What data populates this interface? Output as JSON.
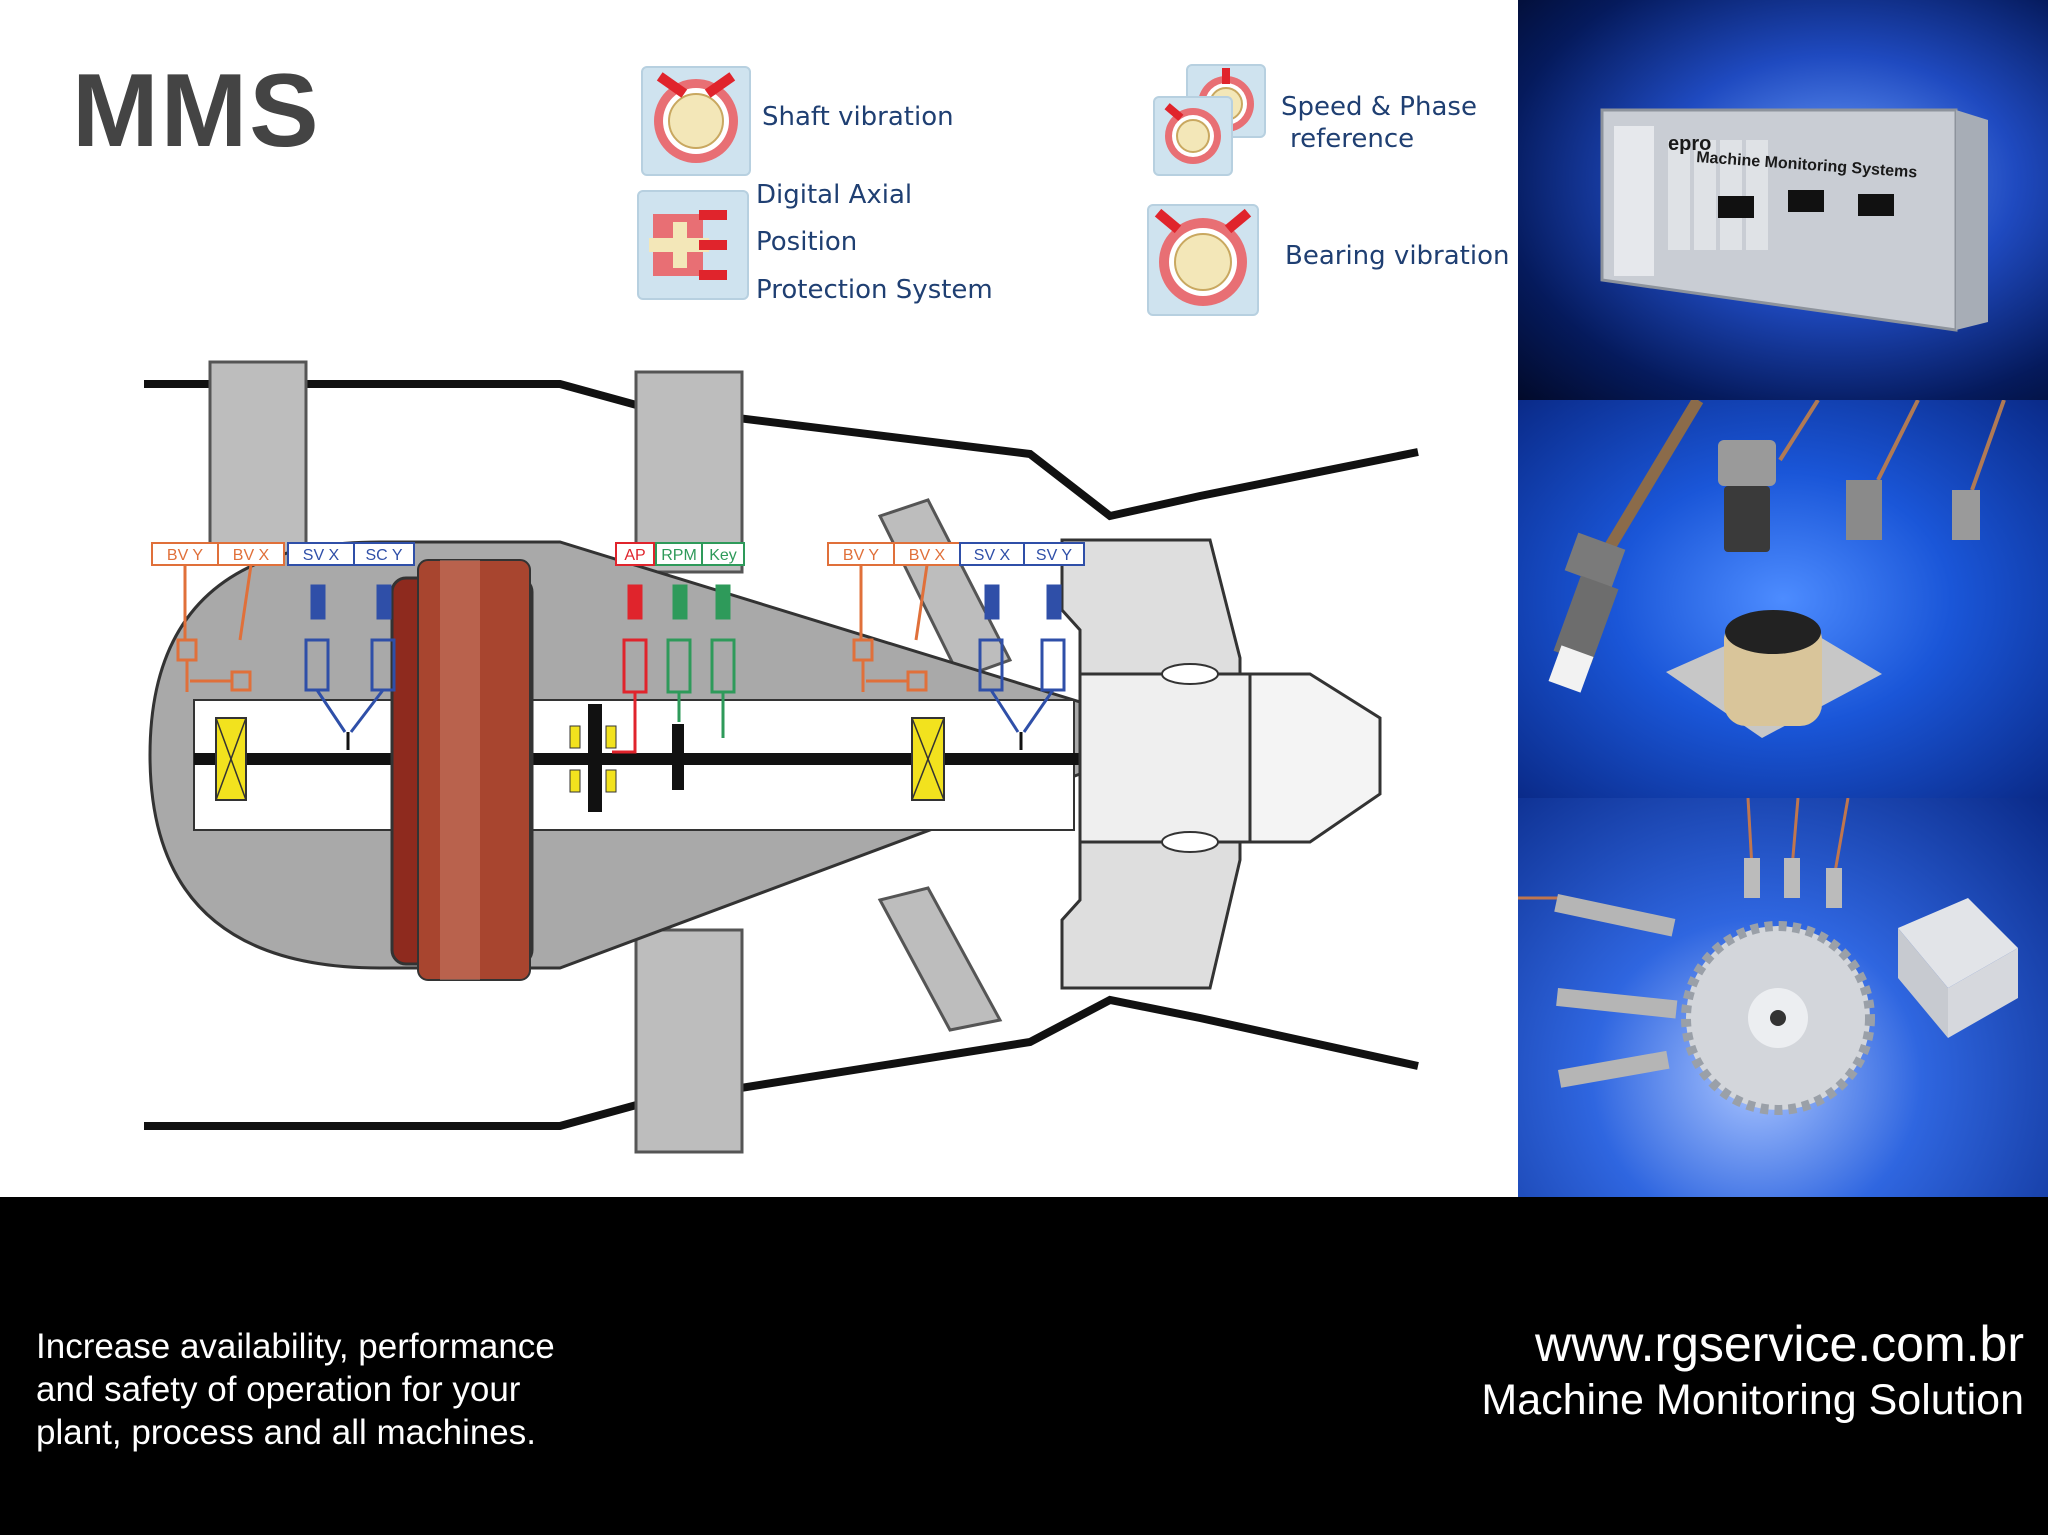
{
  "title": "MMS",
  "legend": {
    "shaft_vibration": "Shaft vibration",
    "axial_line1": "Digital Axial",
    "axial_line2": "Position",
    "axial_line3": "Protection System",
    "speed_line1": "Speed & Phase",
    "speed_line2": "reference",
    "bearing_vibration": "Bearing vibration"
  },
  "sensor_tags": {
    "left_bv_y": "BV Y",
    "left_bv_x": "BV X",
    "left_sv_x": "SV X",
    "left_sc_y": "SC Y",
    "ap": "AP",
    "rpm": "RPM",
    "key": "Key",
    "right_bv_y": "BV Y",
    "right_bv_x": "BV X",
    "right_sv_x": "SV X",
    "right_sv_y": "SV Y"
  },
  "product_panel": {
    "brand": "epro",
    "product_name": "Machine Monitoring Systems"
  },
  "footer": {
    "line1": "Increase availability, performance",
    "line2": "and safety of operation for your",
    "line3": "plant, process and all machines.",
    "url": "www.rgservice.com.br",
    "tagline": "Machine Monitoring Solution"
  },
  "colors": {
    "orange": "#e0703a",
    "blue": "#2f4fa8",
    "red": "#e0242c",
    "green": "#2e9a5a",
    "casing_gray": "#a9a9a9",
    "rotor_red": "#8e2a1e",
    "bearing_yellow": "#f2e21e",
    "footer_bg": "#000000"
  }
}
